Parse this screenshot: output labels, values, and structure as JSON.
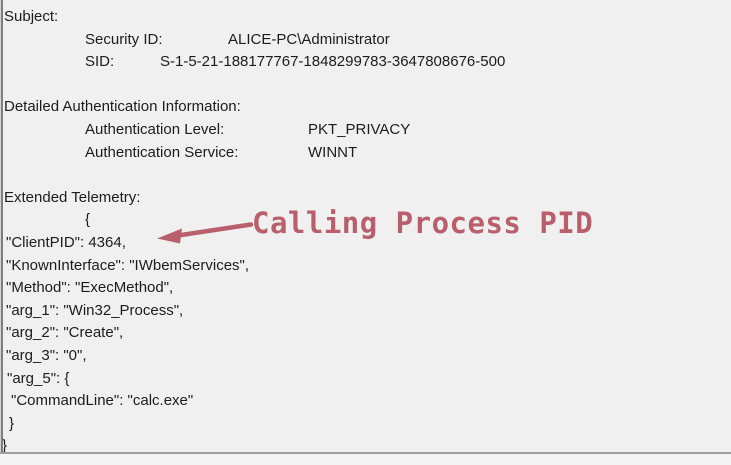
{
  "colors": {
    "annotation": "#b85f6b",
    "text": "#1c1c1c",
    "background": "#f0f0f0",
    "panel_border": "#7e7e7e"
  },
  "event_text": {
    "lines": [
      {
        "text": "Subject:"
      },
      {
        "label": "Security ID:",
        "value": "ALICE-PC\\Administrator"
      },
      {
        "label": "SID:",
        "value": "S-1-5-21-188177767-1848299783-3647808676-500"
      },
      {
        "text": ""
      },
      {
        "text": "Detailed Authentication Information:"
      },
      {
        "label": "Authentication Level:",
        "value": "PKT_PRIVACY"
      },
      {
        "label": "Authentication Service:",
        "value": "WINNT"
      },
      {
        "text": ""
      },
      {
        "text": "Extended Telemetry:"
      },
      {
        "text": "{"
      },
      {
        "text": "\"ClientPID\": 4364,"
      },
      {
        "text": "\"KnownInterface\": \"IWbemServices\","
      },
      {
        "text": "\"Method\": \"ExecMethod\","
      },
      {
        "text": "\"arg_1\": \"Win32_Process\","
      },
      {
        "text": "\"arg_2\": \"Create\","
      },
      {
        "text": "\"arg_3\": \"0\","
      },
      {
        "text": "\"arg_5\": {"
      },
      {
        "text": "\"CommandLine\": \"calc.exe\""
      },
      {
        "text": "}"
      },
      {
        "text": "}"
      }
    ]
  },
  "annotation": {
    "text": "Calling Process PID"
  }
}
